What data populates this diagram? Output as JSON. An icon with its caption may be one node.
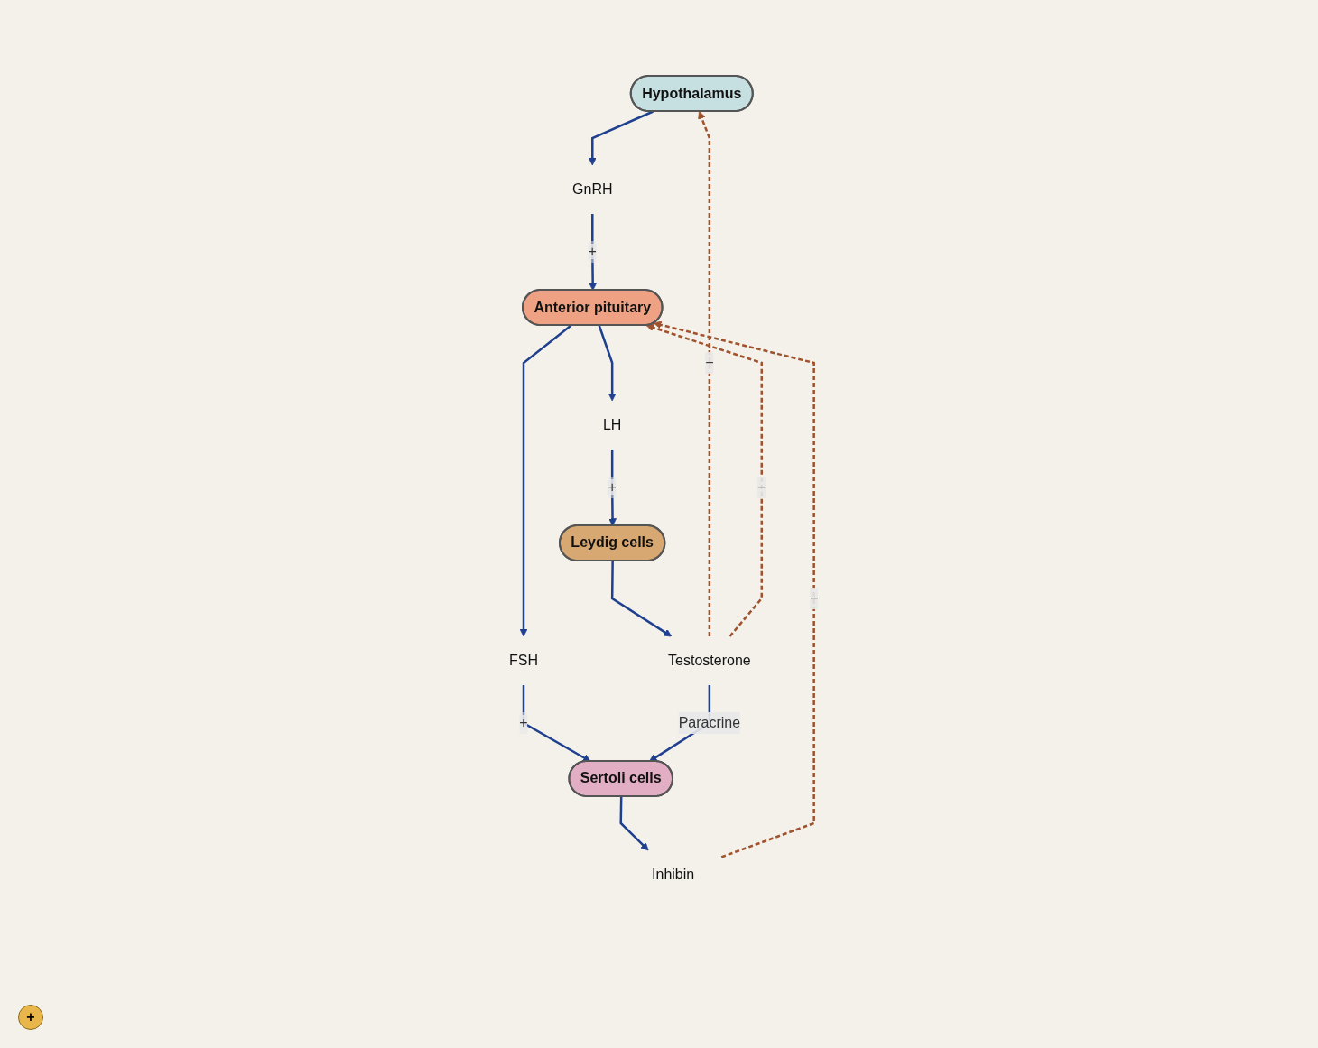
{
  "diagram": {
    "nodes": [
      {
        "text": [
          "Hypothalamus"
        ]
      },
      {
        "text": [
          "GnRH"
        ]
      },
      {
        "text": [
          "Anterior pituitary"
        ]
      },
      {
        "text": [
          "FSH"
        ]
      },
      {
        "text": [
          "LH"
        ]
      },
      {
        "text": [
          "Sertoli cells"
        ]
      },
      {
        "text": [
          "Leydig cells"
        ]
      },
      {
        "text": [
          "Inhibin"
        ]
      },
      {
        "text": [
          "Testosterone"
        ]
      }
    ],
    "edges": [
      {
        "from": 0,
        "to": 1,
        "arrow": "to"
      },
      {
        "from": 1,
        "to": 2,
        "arrow": "to",
        "label": "+"
      },
      {
        "from": 2,
        "to": 3,
        "arrow": "to"
      },
      {
        "from": 2,
        "to": 4,
        "arrow": "to"
      },
      {
        "from": 3,
        "to": 5,
        "arrow": "to",
        "label": "+"
      },
      {
        "from": 4,
        "to": 6,
        "arrow": "to",
        "label": "+"
      },
      {
        "from": 5,
        "to": 7,
        "arrow": "to"
      },
      {
        "from": 6,
        "to": 8,
        "arrow": "to"
      },
      {
        "from": 8,
        "to": 5,
        "arrow": "to",
        "label": "Paracrine"
      },
      {
        "from": 8,
        "to": 0,
        "arrow": "to",
        "label": "−",
        "style": "dashed",
        "color": "#a0522d"
      },
      {
        "from": 8,
        "to": 2,
        "arrow": "to",
        "label": "−",
        "style": "dashed",
        "color": "#a0522d"
      },
      {
        "from": 7,
        "to": 2,
        "arrow": "to",
        "label": "−",
        "style": "dashed",
        "color": "#a0522d"
      }
    ],
    "labels": [
      "+"
    ]
  }
}
